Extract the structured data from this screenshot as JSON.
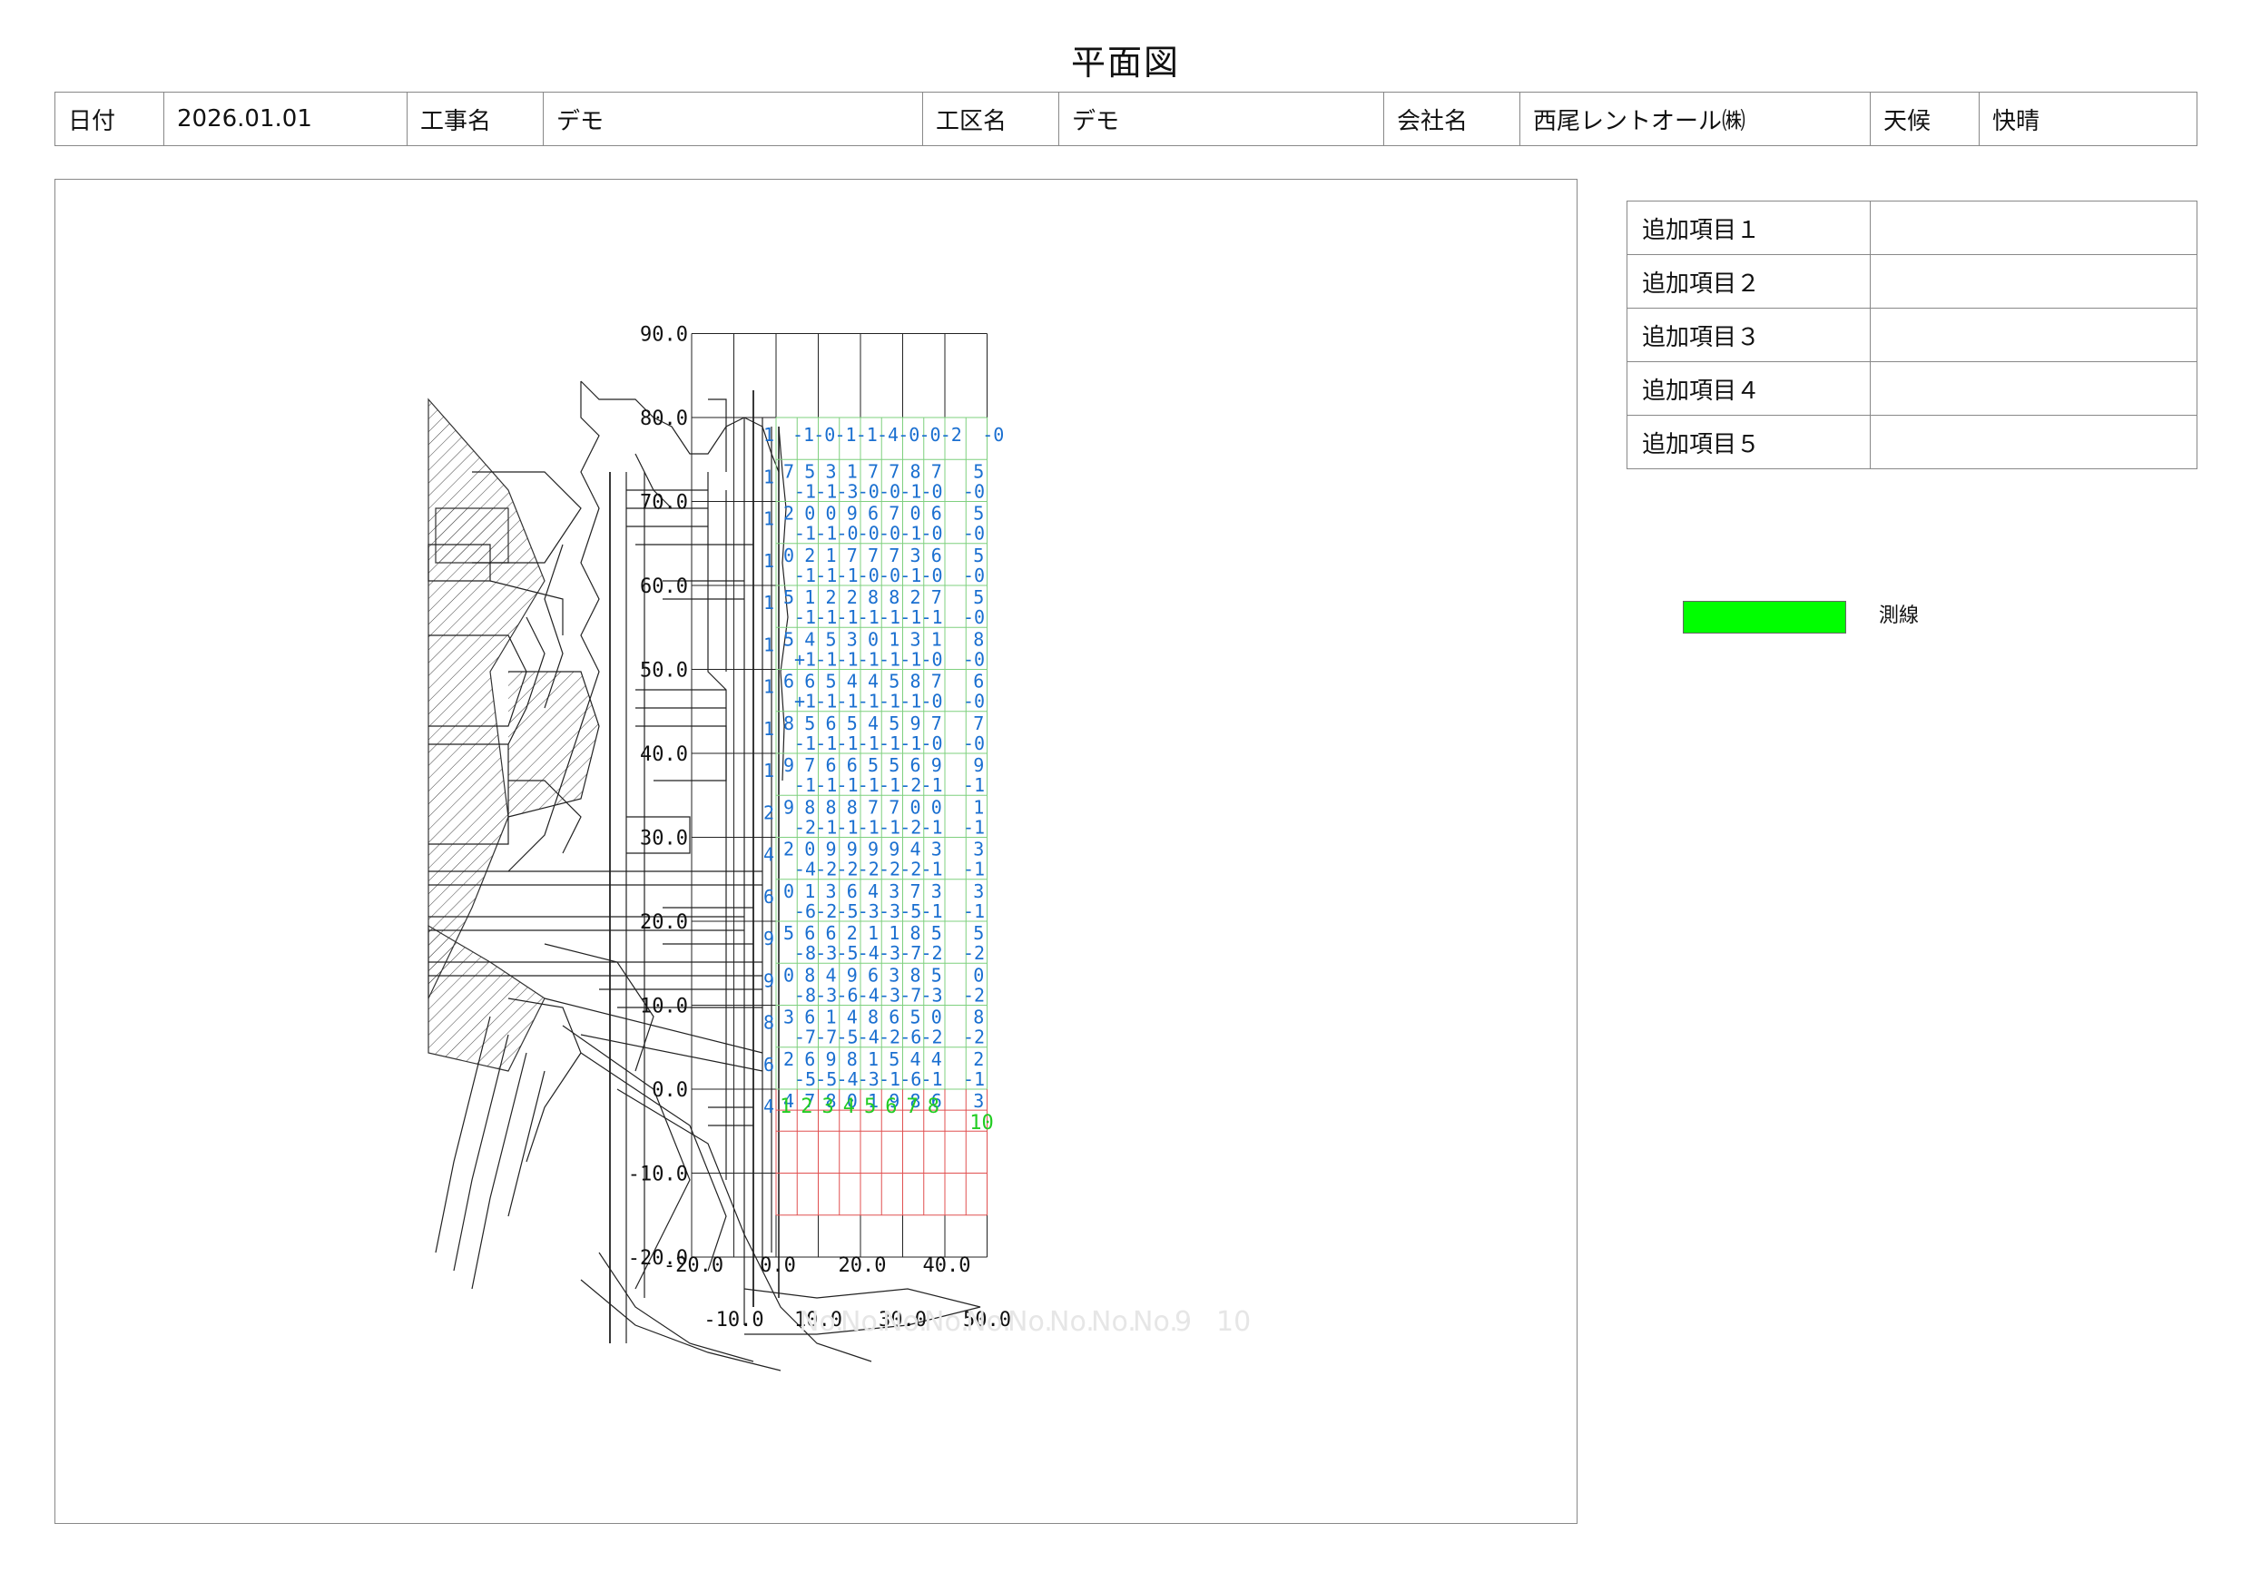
{
  "title": "平面図",
  "header": {
    "date_label": "日付",
    "date_value": "2026.01.01",
    "work_label": "工事名",
    "work_value": "デモ",
    "section_label": "工区名",
    "section_value": "デモ",
    "company_label": "会社名",
    "company_value": "西尾レントオール㈱",
    "weather_label": "天候",
    "weather_value": "快晴"
  },
  "extra_items": [
    {
      "label": "追加項目１",
      "value": ""
    },
    {
      "label": "追加項目２",
      "value": ""
    },
    {
      "label": "追加項目３",
      "value": ""
    },
    {
      "label": "追加項目４",
      "value": ""
    },
    {
      "label": "追加項目５",
      "value": ""
    }
  ],
  "legend": {
    "label": "測線",
    "color": "#00ff00"
  },
  "plan": {
    "y_labels": [
      "90.0",
      "80.0",
      "70.0",
      "60.0",
      "50.0",
      "40.0",
      "30.0",
      "20.0",
      "10.0",
      "0.0",
      "-10.0",
      "-20.0"
    ],
    "x_labels_row1": [
      "-20.0",
      "0.0",
      "20.0",
      "40.0"
    ],
    "x_labels_row2": [
      "-10.0",
      "10.0",
      "30.0",
      "50.0"
    ],
    "survey_line_numbers": [
      "1",
      "2",
      "3",
      "4",
      "5",
      "6",
      "7",
      "8",
      "10"
    ],
    "watermark": [
      "No.",
      "No.",
      "No.",
      "No.",
      "No.",
      "No.",
      "No.",
      "No.",
      "No.",
      "9",
      "10"
    ],
    "colors": {
      "values": "#1a6fd0",
      "grid_green": "#7fd07f",
      "grid_red": "#e05050",
      "line_numbers": "#22cc22"
    },
    "top_row": [
      "-1",
      "-0",
      "-1",
      "-1",
      "-4",
      "-0",
      "-0",
      "-2",
      "",
      "-0"
    ],
    "left_marks": [
      "1",
      "1",
      "1",
      "1",
      "1",
      "1",
      "1",
      "1",
      "1",
      "2",
      "4",
      "6",
      "9",
      "9",
      "8",
      "6",
      "4"
    ],
    "cells": [
      {
        "a": [
          "7",
          "5",
          "3",
          "1",
          "7",
          "7",
          "8",
          "7",
          "",
          "5"
        ],
        "b": [
          "-1",
          "-1",
          "-3",
          "-0",
          "-0",
          "-1",
          "-0",
          "",
          "-0",
          ""
        ]
      },
      {
        "a": [
          "2",
          "0",
          "0",
          "9",
          "6",
          "7",
          "0",
          "6",
          "",
          "5"
        ],
        "b": [
          "-1",
          "-1",
          "-0",
          "-0",
          "-0",
          "-1",
          "-0",
          "",
          "-0",
          ""
        ]
      },
      {
        "a": [
          "0",
          "2",
          "1",
          "7",
          "7",
          "7",
          "3",
          "6",
          "",
          "5"
        ],
        "b": [
          "-1",
          "-1",
          "-1",
          "-0",
          "-0",
          "-1",
          "-0",
          "",
          "-0",
          ""
        ]
      },
      {
        "a": [
          "5",
          "1",
          "2",
          "2",
          "8",
          "8",
          "2",
          "7",
          "",
          "5"
        ],
        "b": [
          "-1",
          "-1",
          "-1",
          "-1",
          "-1",
          "-1",
          "-1",
          "",
          "-0",
          ""
        ]
      },
      {
        "a": [
          "5",
          "4",
          "5",
          "3",
          "0",
          "1",
          "3",
          "1",
          "",
          "8"
        ],
        "b": [
          "+1",
          "-1",
          "-1",
          "-1",
          "-1",
          "-1",
          "-0",
          "",
          "-0",
          ""
        ]
      },
      {
        "a": [
          "6",
          "6",
          "5",
          "4",
          "4",
          "5",
          "8",
          "7",
          "",
          "6"
        ],
        "b": [
          "+1",
          "-1",
          "-1",
          "-1",
          "-1",
          "-1",
          "-0",
          "",
          "-0",
          ""
        ]
      },
      {
        "a": [
          "8",
          "5",
          "6",
          "5",
          "4",
          "5",
          "9",
          "7",
          "",
          "7"
        ],
        "b": [
          "-1",
          "-1",
          "-1",
          "-1",
          "-1",
          "-1",
          "-0",
          "",
          "-0",
          ""
        ]
      },
      {
        "a": [
          "9",
          "7",
          "6",
          "6",
          "5",
          "5",
          "6",
          "9",
          "",
          "9"
        ],
        "b": [
          "-1",
          "-1",
          "-1",
          "-1",
          "-1",
          "-2",
          "-1",
          "",
          "-1",
          ""
        ]
      },
      {
        "a": [
          "9",
          "8",
          "8",
          "8",
          "7",
          "7",
          "0",
          "0",
          "",
          "1"
        ],
        "b": [
          "-2",
          "-1",
          "-1",
          "-1",
          "-1",
          "-2",
          "-1",
          "",
          "-1",
          ""
        ]
      },
      {
        "a": [
          "2",
          "0",
          "9",
          "9",
          "9",
          "9",
          "4",
          "3",
          "",
          "3"
        ],
        "b": [
          "-4",
          "-2",
          "-2",
          "-2",
          "-2",
          "-2",
          "-1",
          "",
          "-1",
          ""
        ]
      },
      {
        "a": [
          "0",
          "1",
          "3",
          "6",
          "4",
          "3",
          "7",
          "3",
          "",
          "3"
        ],
        "b": [
          "-6",
          "-2",
          "-5",
          "-3",
          "-3",
          "-5",
          "-1",
          "",
          "-1",
          ""
        ]
      },
      {
        "a": [
          "5",
          "6",
          "6",
          "2",
          "1",
          "1",
          "8",
          "5",
          "",
          "5"
        ],
        "b": [
          "-8",
          "-3",
          "-5",
          "-4",
          "-3",
          "-7",
          "-2",
          "",
          "-2",
          ""
        ]
      },
      {
        "a": [
          "0",
          "8",
          "4",
          "9",
          "6",
          "3",
          "8",
          "5",
          "",
          "0"
        ],
        "b": [
          "-8",
          "-3",
          "-6",
          "-4",
          "-3",
          "-7",
          "-3",
          "",
          "-2",
          ""
        ]
      },
      {
        "a": [
          "3",
          "6",
          "1",
          "4",
          "8",
          "6",
          "5",
          "0",
          "",
          "8"
        ],
        "b": [
          "-7",
          "-7",
          "-5",
          "-4",
          "-2",
          "-6",
          "-2",
          "",
          "-2",
          ""
        ]
      },
      {
        "a": [
          "2",
          "6",
          "9",
          "8",
          "1",
          "5",
          "4",
          "4",
          "",
          "2"
        ],
        "b": [
          "-5",
          "-5",
          "-4",
          "-3",
          "-1",
          "-6",
          "-1",
          "",
          "-1",
          ""
        ]
      },
      {
        "a": [
          "4",
          "7",
          "8",
          "0",
          "1",
          "9",
          "8",
          "6",
          "",
          "3"
        ],
        "b": [
          "",
          "",
          "",
          "",
          "",
          "",
          "",
          "",
          "",
          ""
        ]
      }
    ]
  }
}
